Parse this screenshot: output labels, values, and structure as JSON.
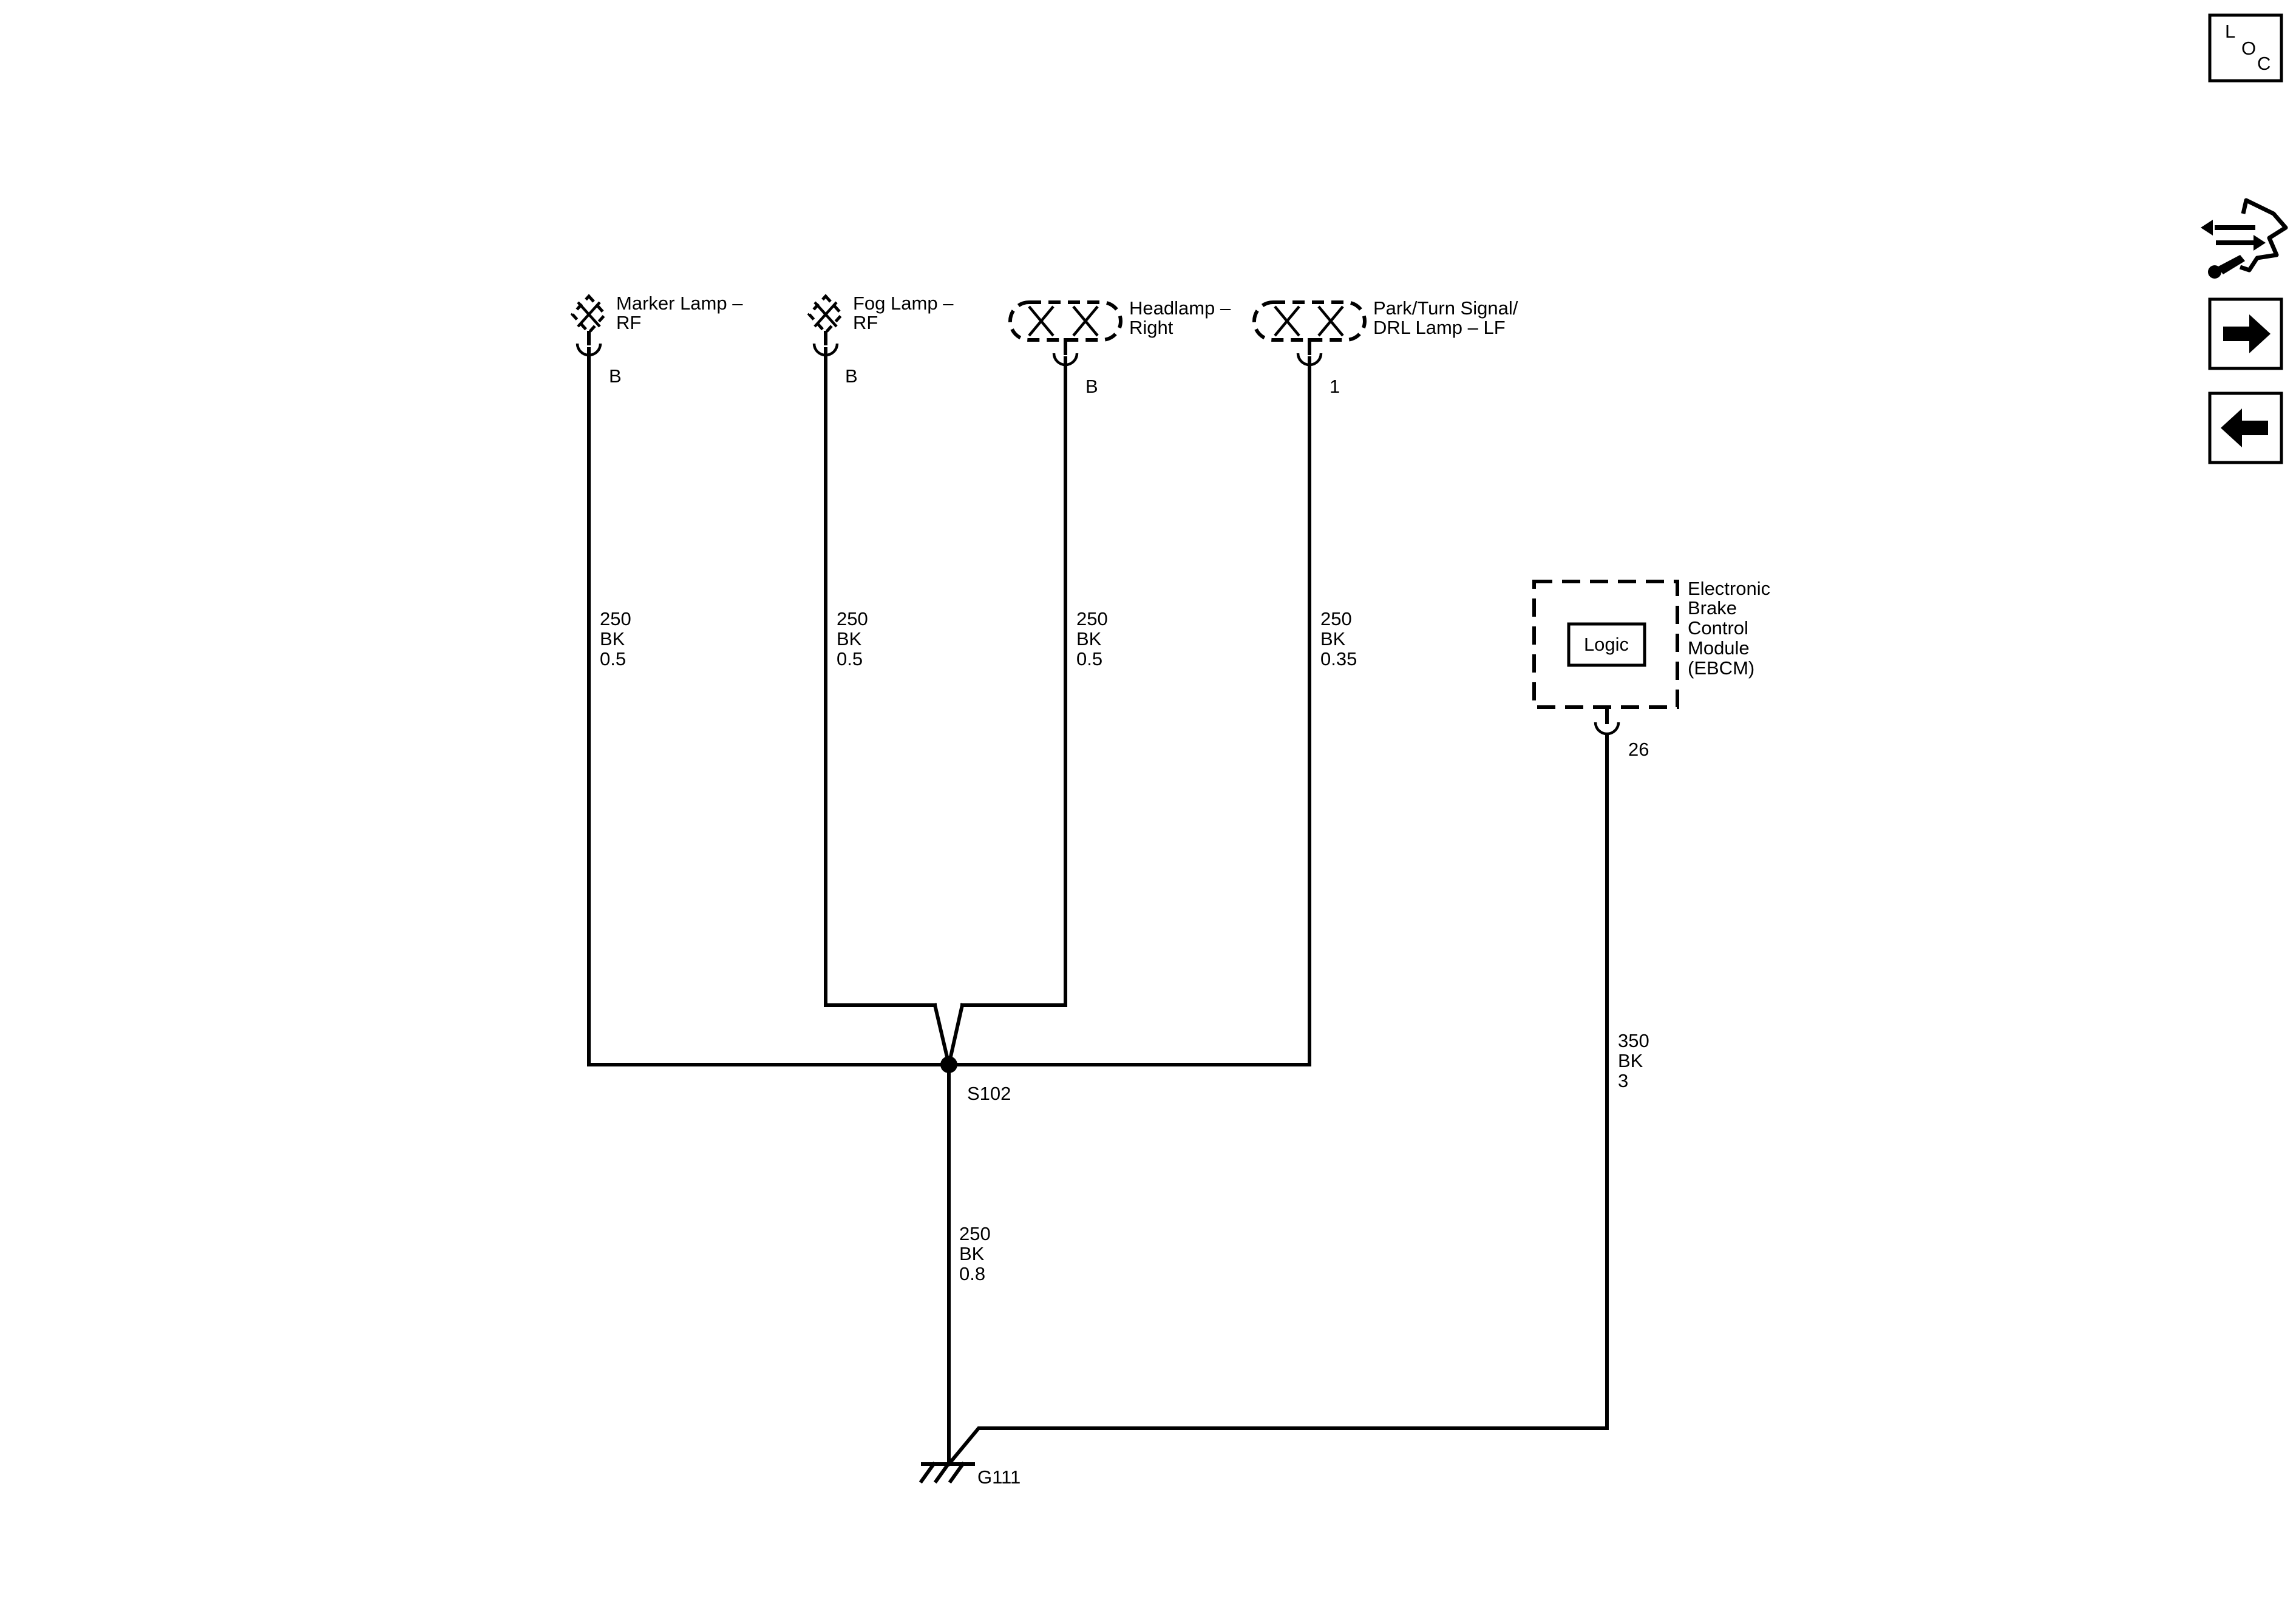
{
  "components": {
    "marker_lamp": {
      "name_line1": "Marker Lamp –",
      "name_line2": "RF",
      "pin": "B"
    },
    "fog_lamp": {
      "name_line1": "Fog Lamp –",
      "name_line2": "RF",
      "pin": "B"
    },
    "headlamp": {
      "name_line1": "Headlamp –",
      "name_line2": "Right",
      "pin": "B"
    },
    "park_turn_lamp": {
      "name_line1": "Park/Turn Signal/",
      "name_line2": "DRL Lamp – LF",
      "pin": "1"
    },
    "ebcm": {
      "name_lines": [
        "Electronic",
        "Brake",
        "Control",
        "Module",
        "(EBCM)"
      ],
      "inner_label": "Logic",
      "pin": "26"
    }
  },
  "wires": {
    "marker": {
      "circuit": "250",
      "color": "BK",
      "gauge": "0.5"
    },
    "fog": {
      "circuit": "250",
      "color": "BK",
      "gauge": "0.5"
    },
    "headlamp": {
      "circuit": "250",
      "color": "BK",
      "gauge": "0.5"
    },
    "park": {
      "circuit": "250",
      "color": "BK",
      "gauge": "0.35"
    },
    "splice_to_ground": {
      "circuit": "250",
      "color": "BK",
      "gauge": "0.8"
    },
    "ebcm_ground": {
      "circuit": "350",
      "color": "BK",
      "gauge": "3"
    }
  },
  "splice": {
    "label": "S102"
  },
  "ground": {
    "label": "G111"
  },
  "nav": {
    "loc_letters": [
      "L",
      "O",
      "C"
    ],
    "tools_icon": "wrench-connector-icon",
    "next_icon": "arrow-right-icon",
    "prev_icon": "arrow-left-icon"
  }
}
